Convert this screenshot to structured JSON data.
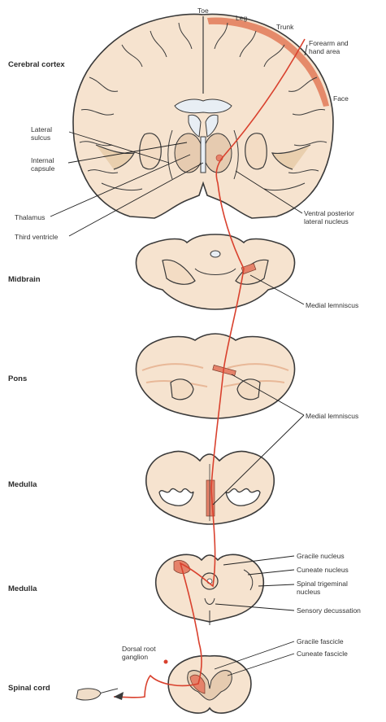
{
  "sections": {
    "cerebral_cortex": "Cerebral cortex",
    "midbrain": "Midbrain",
    "pons": "Pons",
    "medulla_upper": "Medulla",
    "medulla_lower": "Medulla",
    "spinal_cord": "Spinal cord"
  },
  "labels": {
    "toe": "Toe",
    "leg": "Leg",
    "trunk": "Trunk",
    "forearm_line1": "Forearm and",
    "forearm_line2": "hand area",
    "face": "Face",
    "lateral_sulcus_line1": "Lateral",
    "lateral_sulcus_line2": "sulcus",
    "internal_capsule_line1": "Internal",
    "internal_capsule_line2": "capsule",
    "thalamus": "Thalamus",
    "third_ventricle": "Third ventricle",
    "vpl_line1": "Ventral posterior",
    "vpl_line2": "lateral nucleus",
    "medial_lemniscus_1": "Medial lemniscus",
    "medial_lemniscus_2": "Medial lemniscus",
    "gracile_nucleus": "Gracile nucleus",
    "cuneate_nucleus": "Cuneate nucleus",
    "spinal_trigeminal_line1": "Spinal trigeminal",
    "spinal_trigeminal_line2": "nucleus",
    "sensory_decussation": "Sensory decussation",
    "dorsal_root_line1": "Dorsal root",
    "dorsal_root_line2": "ganglion",
    "gracile_fascicle": "Gracile fascicle",
    "cuneate_fascicle": "Cuneate fascicle"
  },
  "colors": {
    "pathway": "#d9412e",
    "tissue": "#f6e3cf",
    "highlight": "#e5826a"
  }
}
